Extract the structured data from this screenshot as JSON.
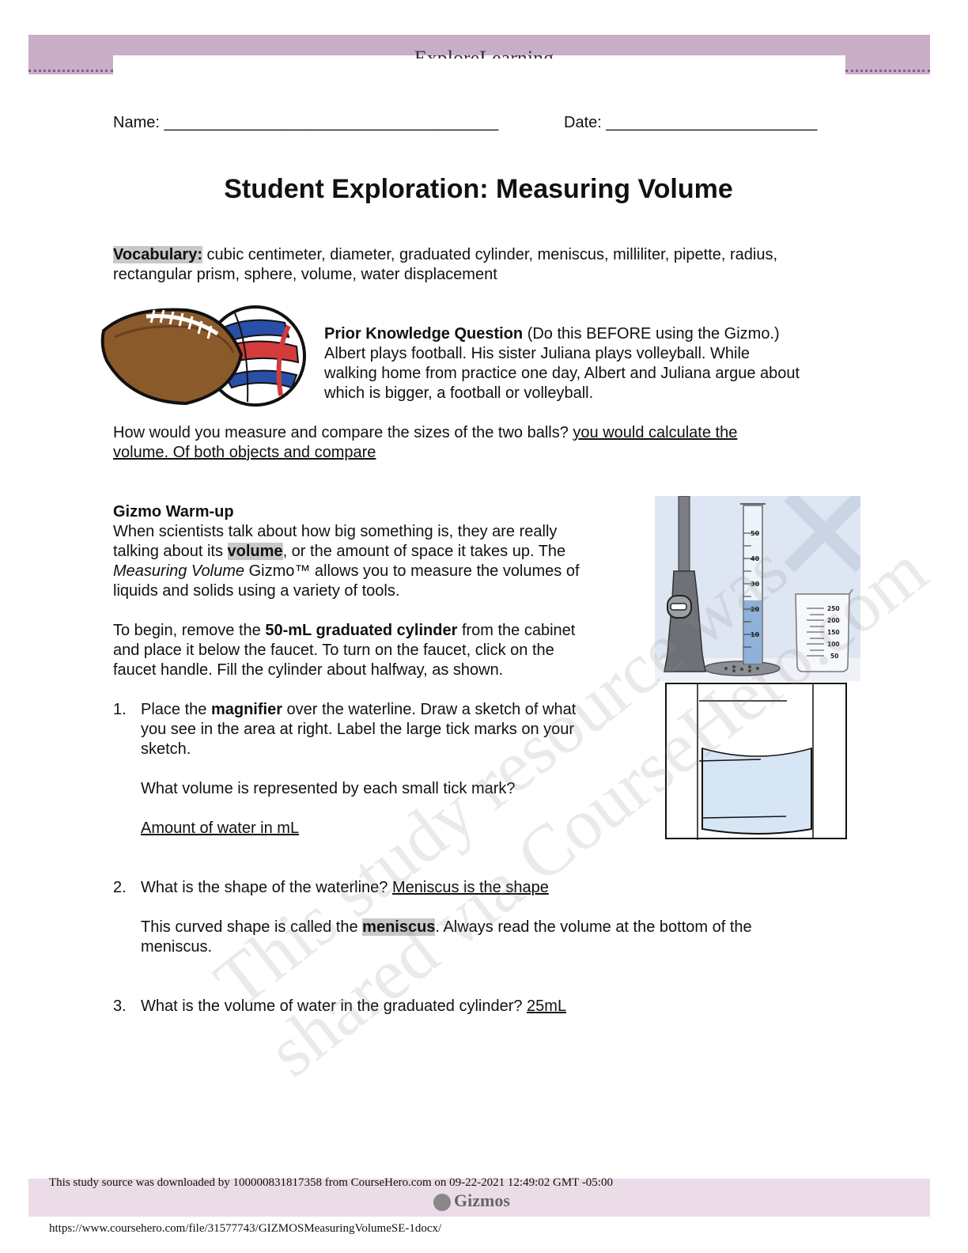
{
  "header": {
    "logo": "ExploreLearning"
  },
  "name_label": "Name: ______________________________________",
  "date_label": "Date: ________________________",
  "title": "Student Exploration: Measuring Volume",
  "vocabulary": {
    "label": "Vocabulary:",
    "line1": " cubic centimeter, diameter, graduated cylinder, meniscus, milliliter, pipette, radius,",
    "line2": "rectangular prism, sphere, volume, water displacement"
  },
  "prior_knowledge": {
    "heading": "Prior Knowledge Question",
    "note": " (Do this BEFORE using the Gizmo.)",
    "lines": [
      "Albert plays football. His sister Juliana plays volleyball. While",
      "walking home from practice one day, Albert and Juliana argue about",
      "which is bigger, a football or volleyball."
    ]
  },
  "question_compare": {
    "text": "How would you measure and compare the sizes of the two balls? ",
    "answer_line1": "you would calculate the ",
    "answer_line2": "volume. Of both objects and compare"
  },
  "warmup": {
    "heading": "Gizmo Warm-up",
    "p1_line1": "When scientists talk about how big something is, they are really",
    "p1_line2_a": "talking about its ",
    "p1_line2_b": "volume",
    "p1_line2_c": ", or the amount of space it takes up. The",
    "p1_line3_a": "Measuring Volume",
    "p1_line3_b": " Gizmo™ allows you to measure the volumes of",
    "p1_line4": "liquids and solids using a variety of tools.",
    "p2_line1_a": "To begin, remove the ",
    "p2_line1_b": "50-mL graduated cylinder",
    "p2_line1_c": " from the cabinet",
    "p2_line2": "and place it below the faucet. To turn on the faucet, click on the",
    "p2_line3": "faucet handle. Fill the cylinder about halfway, as shown."
  },
  "q1": {
    "number": "1.",
    "line1_a": "Place the ",
    "line1_b": "magnifier",
    "line1_c": " over the waterline. Draw a sketch of what",
    "line2": "you see in the area at right. Label the large tick marks on your",
    "line3": "sketch.",
    "sub_question": "What volume is represented by each small tick mark?",
    "answer": "Amount of water in mL"
  },
  "q2": {
    "number": "2.",
    "text": "What is the shape of the waterline? ",
    "answer": "Meniscus is the shape",
    "p_a": "This curved shape is called the ",
    "p_b": "meniscus",
    "p_c": ". Always read the volume at the bottom of the",
    "p_line2": "meniscus."
  },
  "q3": {
    "number": "3.",
    "text": "What is the volume of water in the graduated cylinder? ",
    "answer": "25mL"
  },
  "figure_labels": {
    "cylinder_ticks": [
      "50",
      "40",
      "30",
      "20",
      "10"
    ],
    "beaker_ticks": [
      "250",
      "200",
      "150",
      "100",
      "50"
    ]
  },
  "watermark": {
    "line1": "This study resource was",
    "line2": "shared via CourseHero.com"
  },
  "footer": {
    "downloaded": "This study source was downloaded by 100000831817358 from CourseHero.com on 09-22-2021 12:49:02 GMT -05:00",
    "gizmos": "Gizmos",
    "url": "https://www.coursehero.com/file/31577743/GIZMOSMeasuringVolumeSE-1docx/"
  }
}
